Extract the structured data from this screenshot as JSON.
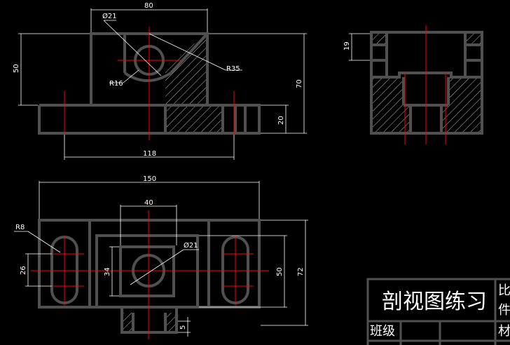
{
  "drawing": {
    "colors": {
      "background": "#000000",
      "outline": "#505050",
      "centerline": "#ff0000",
      "dimension": "#ffffff",
      "hatch": "#bfbfbf"
    },
    "front_view": {
      "dims": {
        "width_top": "80",
        "hole_dia": "Ø21",
        "outer_radius": "R35",
        "inner_radius": "R16",
        "total_height": "70",
        "upper_height": "50",
        "base_height": "20",
        "slot_span": "118"
      }
    },
    "side_view": {
      "dims": {
        "slot_depth": "19"
      }
    },
    "top_view": {
      "dims": {
        "total_width": "150",
        "boss_width": "40",
        "slot_radius": "R8",
        "hole_dia": "Ø21",
        "slot_length": "26",
        "boss_height": "34",
        "inner_depth": "50",
        "total_depth": "72",
        "lug_height": "5"
      }
    },
    "title_block": {
      "title": "剖视图练习",
      "scale_label_partial": "比",
      "part_label_partial": "件",
      "class_label": "班级",
      "material_label_partial": "材"
    }
  }
}
